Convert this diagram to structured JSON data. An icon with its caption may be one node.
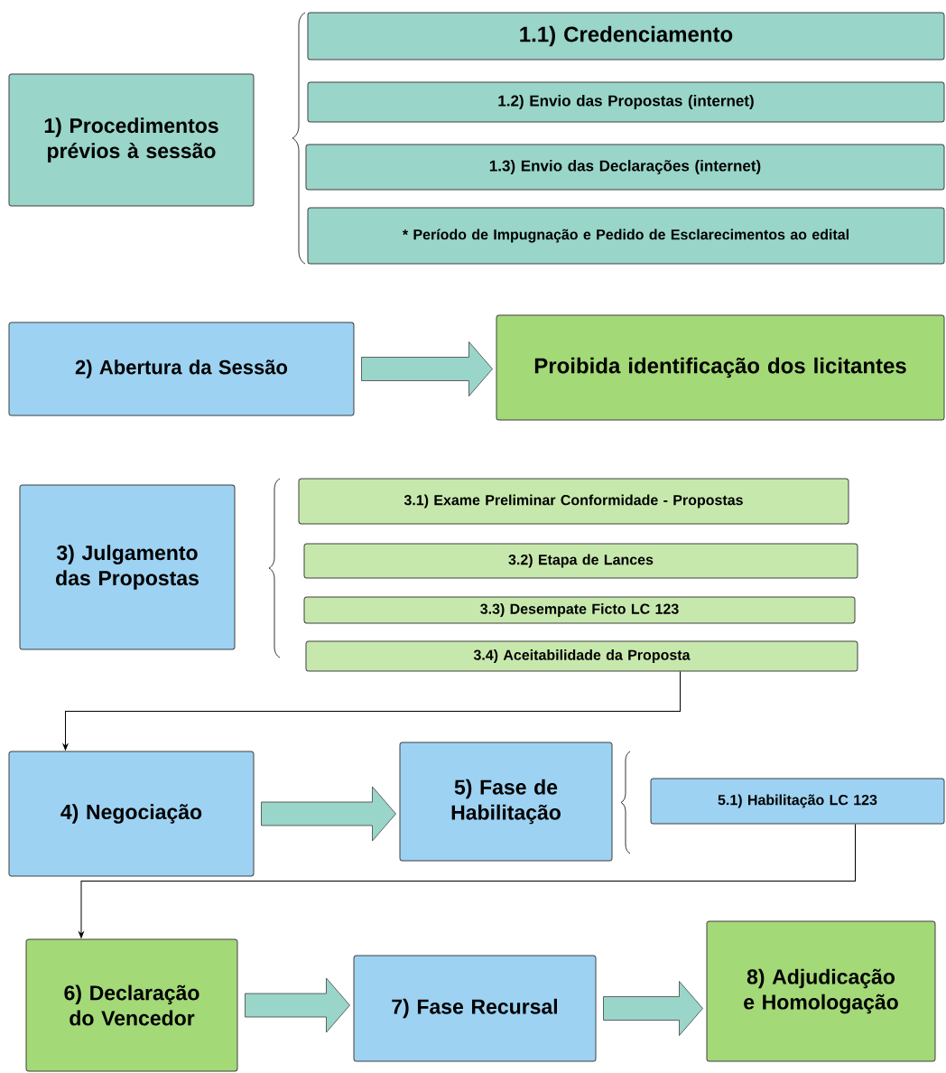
{
  "diagram": {
    "nodes": [
      {
        "text": [
          "1) Procedimentos prévios à sessão"
        ]
      },
      {
        "text": [
          "1.1) Credenciamento"
        ]
      },
      {
        "text": [
          "1.2) Envio das Propostas (internet)"
        ]
      },
      {
        "text": [
          "1.3) Envio das Declarações (internet)"
        ]
      },
      {
        "text": [
          "* Período de Impugnação e Pedido de Esclarecimentos ao edital"
        ]
      },
      {
        "text": [
          "2) Abertura da Sessão"
        ]
      },
      {
        "text": [
          "Proibida identificação dos licitantes"
        ]
      },
      {
        "text": [
          "3) Julgamento das Propostas"
        ]
      },
      {
        "text": [
          "3.1) Exame Preliminar Conformidade - Propostas"
        ]
      },
      {
        "text": [
          "3.2)  Etapa de Lances"
        ]
      },
      {
        "text": [
          "3.3) Desempate Ficto LC 123"
        ]
      },
      {
        "text": [
          "3.4) Aceitabilidade da Proposta"
        ]
      },
      {
        "text": [
          "4) Negociação"
        ]
      },
      {
        "text": [
          "5) Fase de Habilitação"
        ]
      },
      {
        "text": [
          "5.1) Habilitação LC 123"
        ]
      },
      {
        "text": [
          "6) Declaração do Vencedor"
        ]
      },
      {
        "text": [
          "7) Fase Recursal"
        ]
      },
      {
        "text": [
          "8) Adjudicação e Homologação"
        ]
      }
    ],
    "edges": [
      {
        "from": 5,
        "to": 6,
        "arrow": "to",
        "style": "thick"
      },
      {
        "from": 11,
        "to": 12,
        "arrow": "to"
      },
      {
        "from": 12,
        "to": 13,
        "arrow": "to",
        "style": "thick"
      },
      {
        "from": 14,
        "to": 15,
        "arrow": "to"
      },
      {
        "from": 15,
        "to": 16,
        "arrow": "to",
        "style": "thick"
      },
      {
        "from": 16,
        "to": 17,
        "arrow": "to",
        "style": "thick"
      }
    ]
  }
}
